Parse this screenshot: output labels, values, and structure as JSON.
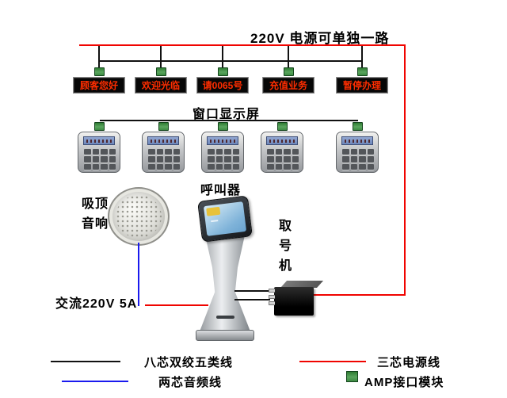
{
  "title": "220V 电源可单独一路",
  "display_row": {
    "label": "窗口显示屏",
    "items": [
      "顾客您好",
      "欢迎光临",
      "请0065号",
      "充值业务",
      "暂停办理"
    ]
  },
  "caller_row": {
    "label": "呼叫器"
  },
  "speaker": {
    "label": "吸顶音响"
  },
  "kiosk": {
    "label": "取号机"
  },
  "power_label": "交流220V 5A",
  "legend": {
    "cat5_label": "八芯双绞五类线",
    "audio_label": "两芯音频线",
    "power_label": "三芯电源线",
    "amp_label": "AMP接口模块"
  },
  "colors": {
    "power_line": "#f00400",
    "data_line": "#111111",
    "audio_line": "#1a1aee",
    "connector_green": "#3c8a41",
    "led_text": "#ff2d00"
  }
}
